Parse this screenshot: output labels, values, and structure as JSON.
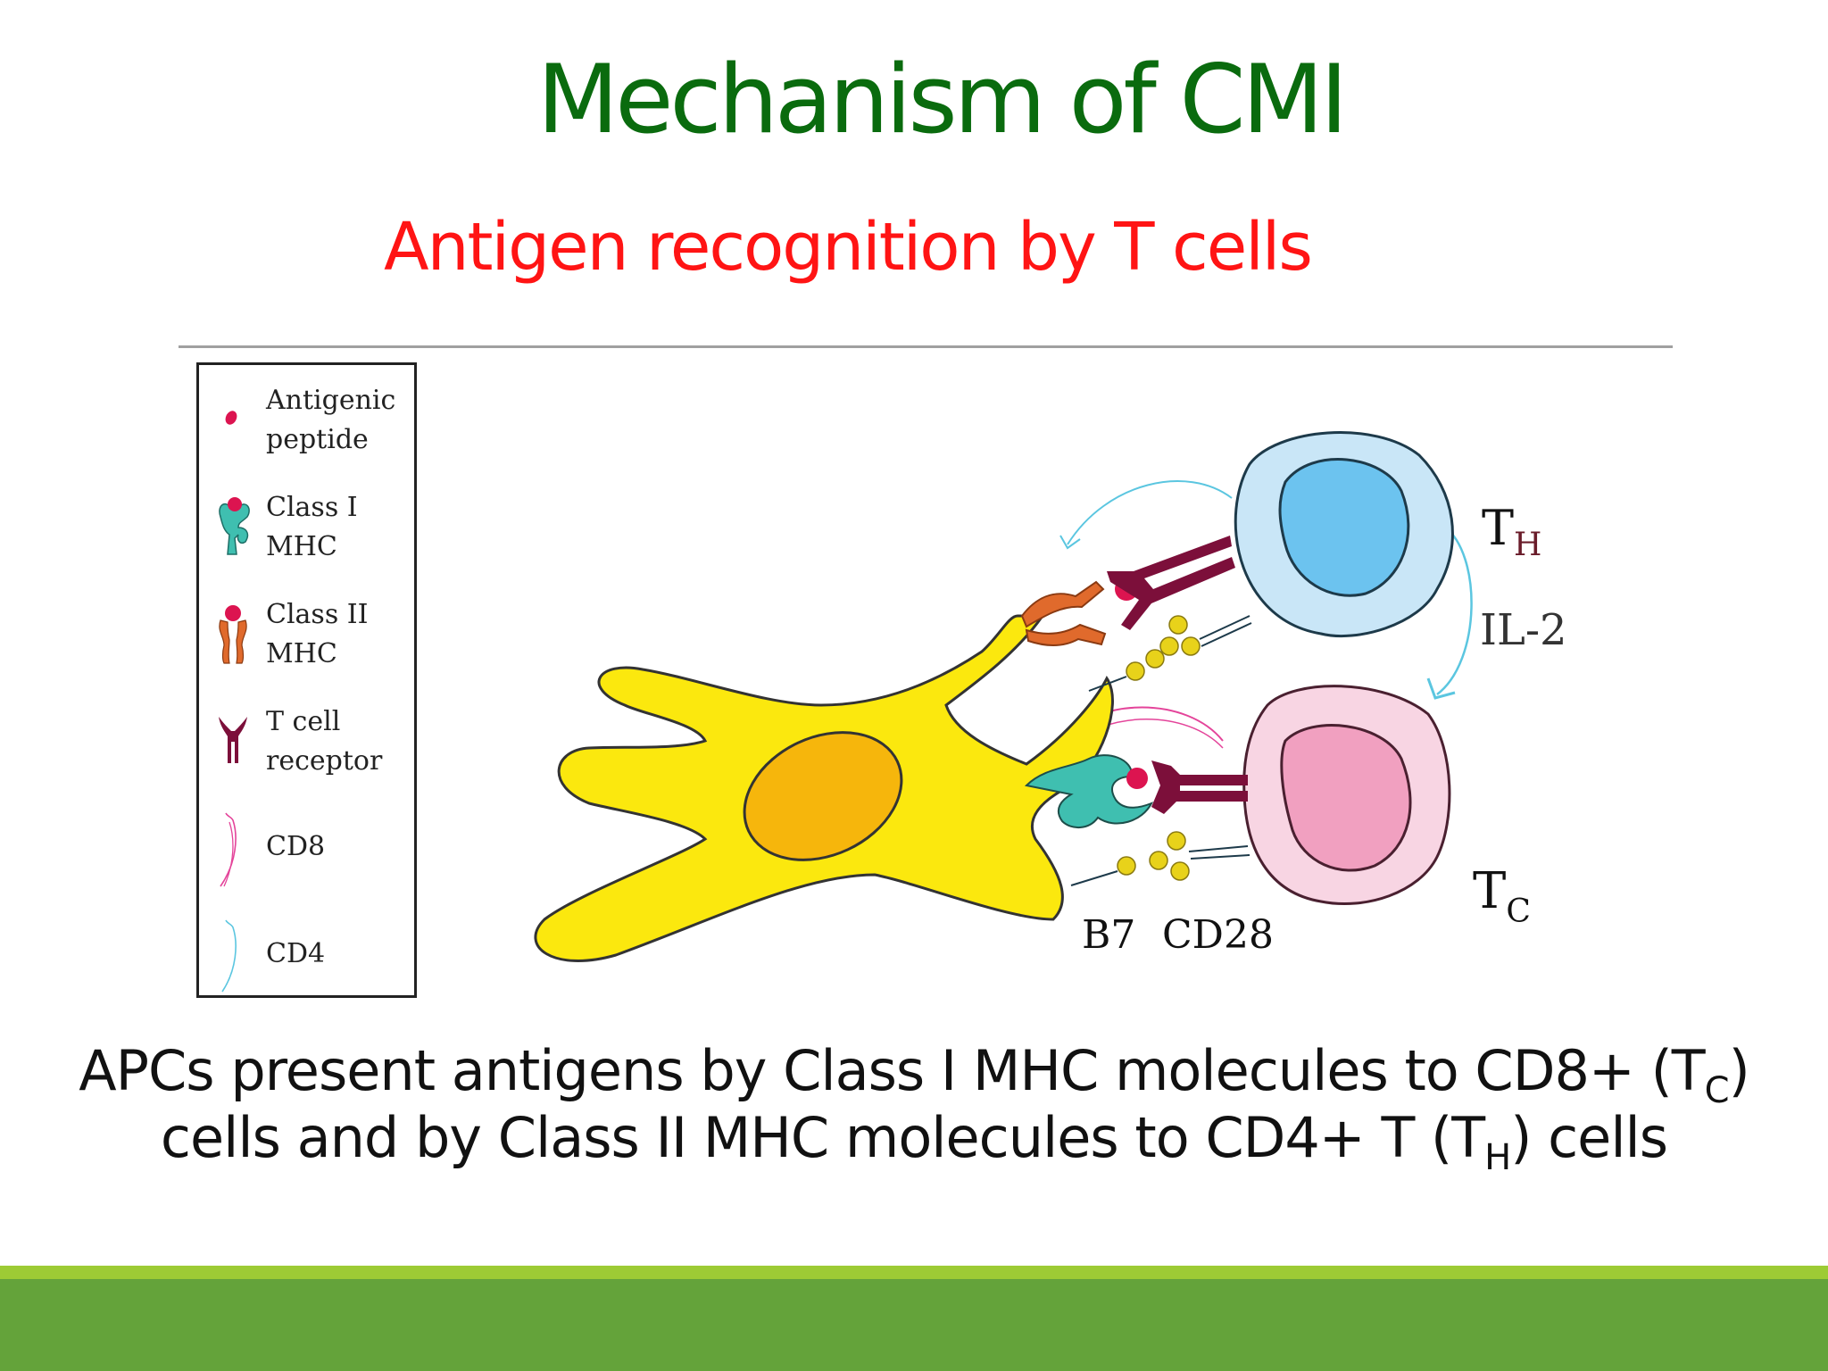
{
  "slide": {
    "title": "Mechanism of CMI",
    "subtitle": "Antigen recognition by T cells",
    "colors": {
      "title": "#0a6b0e",
      "subtitle": "#ff1414",
      "divider": "#a0a0a0",
      "footer_stripe": "#9dcb35",
      "footer_band": "#64a33a"
    }
  },
  "legend": {
    "items": [
      {
        "icon": "antigenic-peptide-icon",
        "label": "Antigenic\npeptide"
      },
      {
        "icon": "class-i-mhc-icon",
        "label": "Class I\nMHC"
      },
      {
        "icon": "class-ii-mhc-icon",
        "label": "Class II\nMHC"
      },
      {
        "icon": "t-cell-receptor-icon",
        "label": "T cell\nreceptor"
      },
      {
        "icon": "cd8-icon",
        "label": "CD8"
      },
      {
        "icon": "cd4-icon",
        "label": "CD4"
      }
    ]
  },
  "diagram": {
    "cells": {
      "apc": "Antigen-presenting cell (dendritic)",
      "th_label_main": "T",
      "th_label_sub": "H",
      "tc_label_main": "T",
      "tc_label_sub": "C"
    },
    "labels": {
      "il2": "IL-2",
      "b7": "B7",
      "cd28": "CD28"
    },
    "colors": {
      "apc_body": "#fbe80e",
      "apc_nucleus": "#f6b60c",
      "th_cytoplasm": "#c9e6f7",
      "th_nucleus": "#6cc3ef",
      "tc_cytoplasm": "#f8d5e3",
      "tc_nucleus": "#f1a0c0",
      "tcr": "#7c0f3a",
      "class_i_mhc": "#3fbfb0",
      "class_ii_mhc": "#e06a2c",
      "peptide": "#dc1450",
      "b7_cd28": "#e8d21a",
      "cd4": "#5bc6e0",
      "cd8": "#e4449a"
    }
  },
  "caption": {
    "line1_pre": "APCs present antigens by Class I MHC molecules to CD8+ (T",
    "line1_sub": "C",
    "line1_post": ")",
    "line2_pre": "cells and by Class II MHC molecules to CD4+ T (T",
    "line2_sub": "H",
    "line2_post": ") cells"
  }
}
